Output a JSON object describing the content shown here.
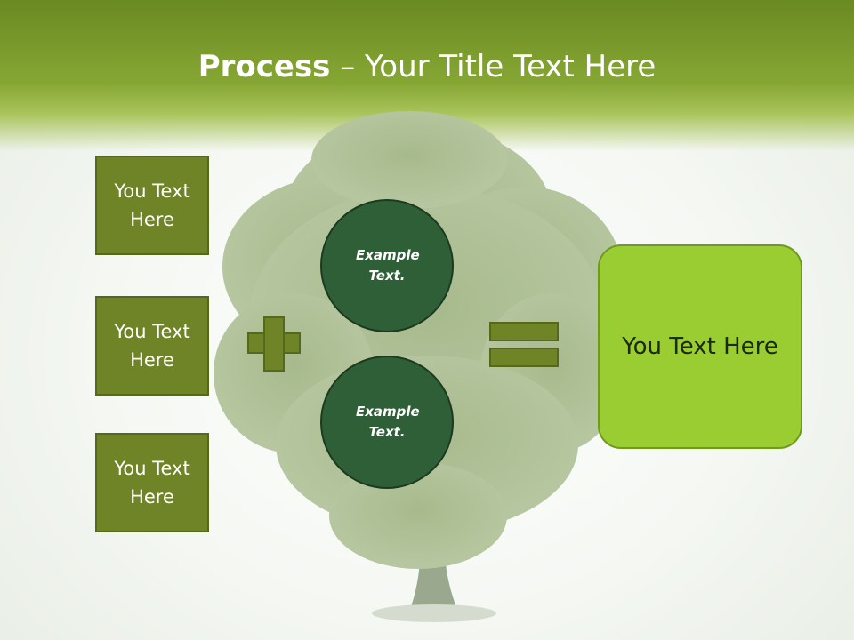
{
  "slide": {
    "title_bold": "Process",
    "title_rest": " – Your Title Text Here"
  },
  "left_boxes": [
    {
      "label": "You Text Here"
    },
    {
      "label": "You Text Here"
    },
    {
      "label": "You Text Here"
    }
  ],
  "circles": [
    {
      "label": "Example Text."
    },
    {
      "label": "Example Text."
    }
  ],
  "result": {
    "label": "You Text Here"
  },
  "operators": {
    "plus": "plus-icon",
    "equals": "equals-icon"
  },
  "colors": {
    "header": "#7a9a2a",
    "box": "#6f8427",
    "circle": "#2e5f36",
    "result": "#9acd32"
  }
}
